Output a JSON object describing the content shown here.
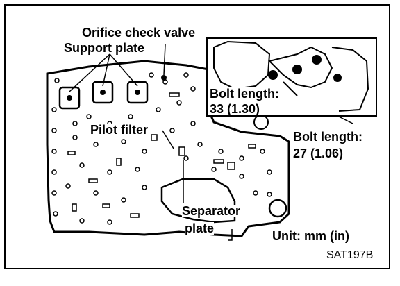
{
  "labels": {
    "orifice_check_valve": "Orifice check valve",
    "support_plate": "Support plate",
    "pilot_filter": "Pilot filter",
    "separator_plate_line1": "Separator",
    "separator_plate_line2": "plate",
    "bolt_length_1_title": "Bolt length:",
    "bolt_length_1_value": "33 (1.30)",
    "bolt_length_2_title": "Bolt length:",
    "bolt_length_2_value": "27 (1.06)",
    "unit": "Unit: mm (in)",
    "figure_code": "SAT197B"
  }
}
